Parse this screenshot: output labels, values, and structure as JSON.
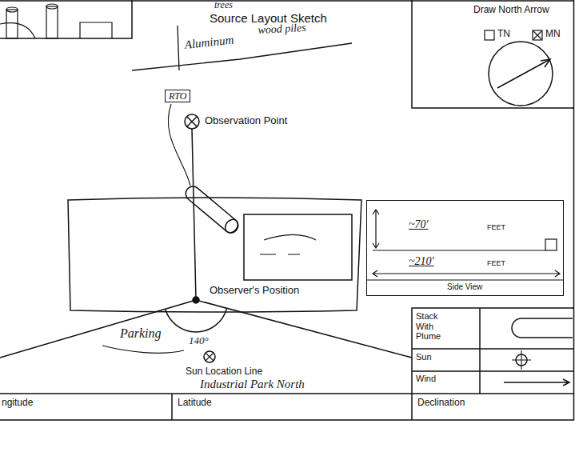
{
  "diagram": {
    "title": "Source Layout Sketch",
    "nodes": [
      {
        "text": [
          "RTO"
        ]
      },
      {
        "text": [
          "~70'",
          "FEET",
          "~210'",
          "FEET",
          "Side View"
        ]
      }
    ],
    "labels": [
      "trees",
      "wood piles",
      "Aluminum",
      "Draw North Arrow",
      "TN",
      "MN",
      "Observation Point",
      "Observer's Position",
      "140°",
      "Parking",
      "Sun Location Line",
      "Industrial Park North",
      "ngitude",
      "Latitude",
      "Declination"
    ],
    "legend": [
      {
        "text": "Stack With Plume"
      },
      {
        "text": "Sun"
      },
      {
        "text": "Wind"
      }
    ]
  }
}
